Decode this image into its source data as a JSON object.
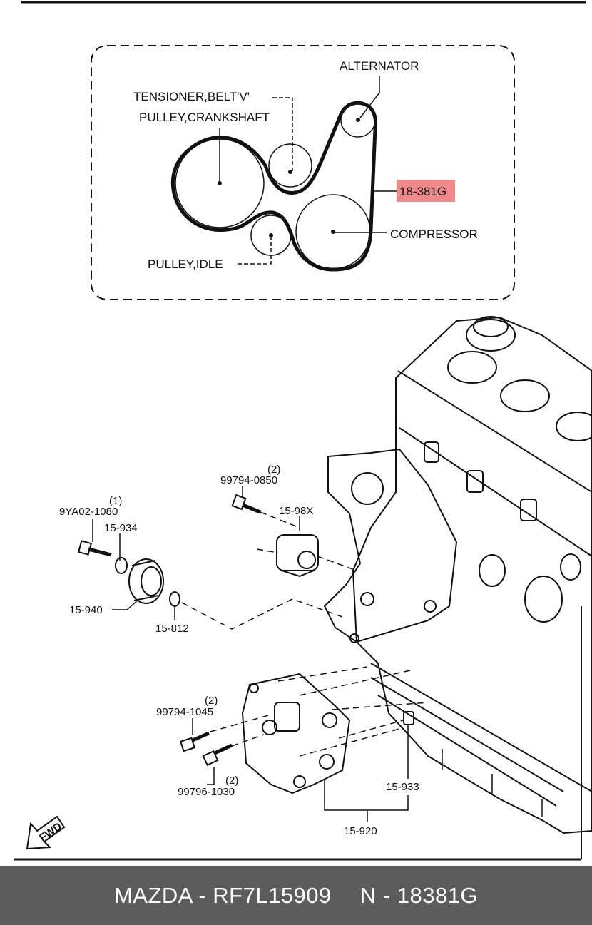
{
  "belt_diagram": {
    "labels": {
      "alternator": "ALTERNATOR",
      "tensioner": "TENSIONER,BELT'V'",
      "crankshaft": "PULLEY,CRANKSHAFT",
      "highlight_part": "18-381G",
      "compressor": "COMPRESSOR",
      "idle": "PULLEY,IDLE"
    },
    "highlight_color": "#f08a8a"
  },
  "parts": {
    "p_99794_0850_qty": "(2)",
    "p_99794_0850": "99794-0850",
    "p_15_98x": "15-98X",
    "p_9ya02_1080_qty": "(1)",
    "p_9ya02_1080": "9YA02-1080",
    "p_15_934": "15-934",
    "p_15_940": "15-940",
    "p_15_812": "15-812",
    "p_99794_1045_qty": "(2)",
    "p_99794_1045": "99794-1045",
    "p_99796_1030_qty": "(2)",
    "p_99796_1030": "99796-1030",
    "p_15_933": "15-933",
    "p_15_920": "15-920",
    "fwd": "FWD"
  },
  "footer": {
    "brand_part": "MAZDA - RF7L15909",
    "ref_part": "N - 18381G",
    "background": "#5c5c5c"
  }
}
